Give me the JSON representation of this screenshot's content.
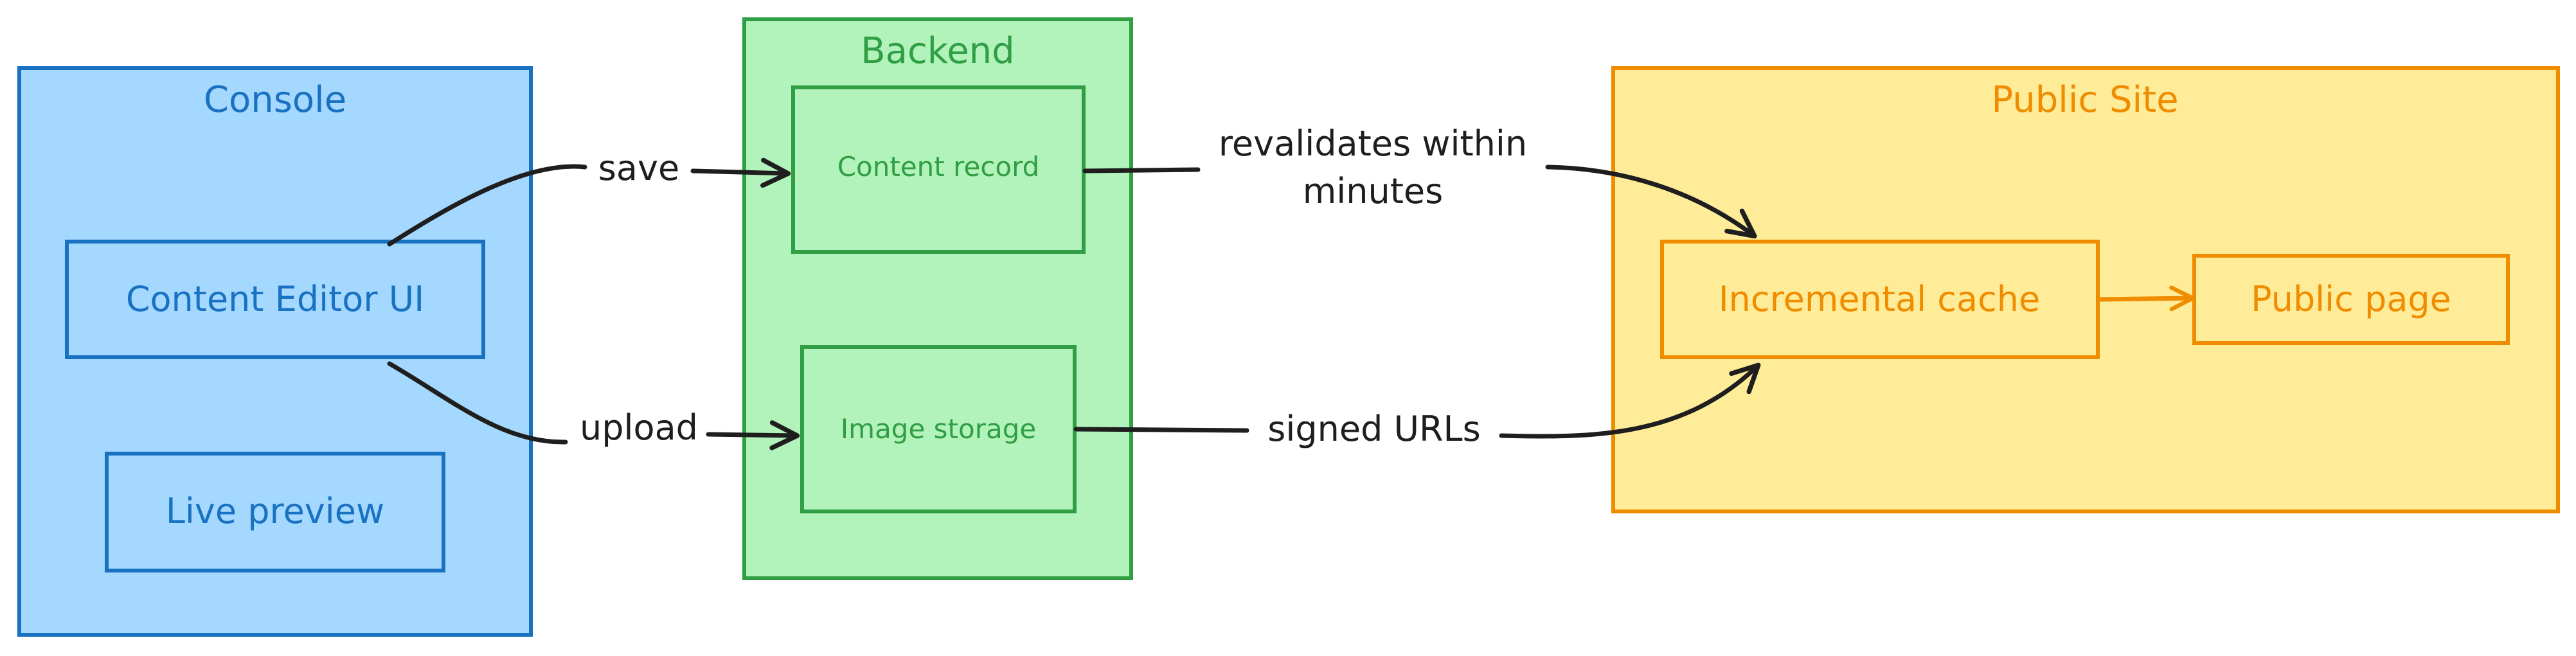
{
  "colors": {
    "console_fill": "#a5d8ff",
    "console_stroke": "#1971c2",
    "backend_fill": "#b2f2bb",
    "backend_stroke": "#2f9e44",
    "public_fill": "#ffec99",
    "public_stroke": "#f08c00",
    "arrow": "#1e1e1e"
  },
  "groups": {
    "console": {
      "title": "Console"
    },
    "backend": {
      "title": "Backend"
    },
    "public_site": {
      "title": "Public Site"
    }
  },
  "nodes": {
    "content_editor": {
      "label": "Content Editor UI"
    },
    "live_preview": {
      "label": "Live preview"
    },
    "content_record": {
      "label": "Content record"
    },
    "image_storage": {
      "label": "Image storage"
    },
    "incremental_cache": {
      "label": "Incremental cache"
    },
    "public_page": {
      "label": "Public page"
    }
  },
  "edges": {
    "save": {
      "label": "save"
    },
    "upload": {
      "label": "upload"
    },
    "revalidates": {
      "line1": "revalidates within",
      "line2": "minutes"
    },
    "signed_urls": {
      "label": "signed URLs"
    }
  }
}
